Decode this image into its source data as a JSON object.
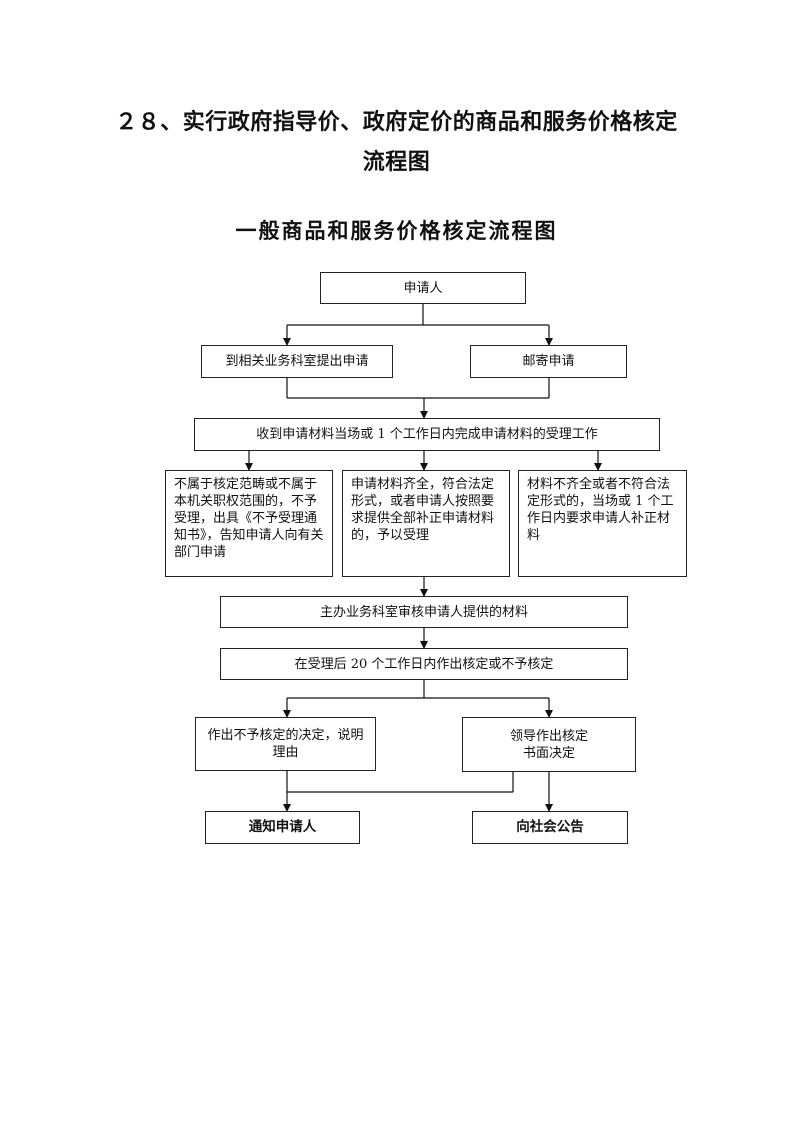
{
  "heading": {
    "line1": "２８、实行政府指导价、政府定价的商品和服务价格核定",
    "line2": "流程图"
  },
  "subtitle": "一般商品和服务价格核定流程图",
  "nodes": {
    "applicant": "申请人",
    "apply_in_person": "到相关业务科室提出申请",
    "apply_by_mail": "邮寄申请",
    "receive_materials": "收到申请材料当场或 1 个工作日内完成申请材料的受理工作",
    "reject_out_of_scope": "不属于核定范畴或不属于本机关职权范围的，不予受理，出具《不予受理通知书》，告知申请人向有关部门申请",
    "accept_complete": "申请材料齐全，符合法定形式，或者申请人按照要求提供全部补正申请材料的，予以受理",
    "request_supplement": "材料不齐全或者不符合法定形式的，当场或 1 个工作日内要求申请人补正材料",
    "review_materials": "主办业务科室审核申请人提供的材料",
    "decision_within_20_days": "在受理后 20 个工作日内作出核定或不予核定",
    "decision_reject": "作出不予核定的决定，说明理由",
    "decision_approve": "领导作出核定书面决定",
    "notify_applicant": "通知申请人",
    "public_announcement": "向社会公告"
  }
}
